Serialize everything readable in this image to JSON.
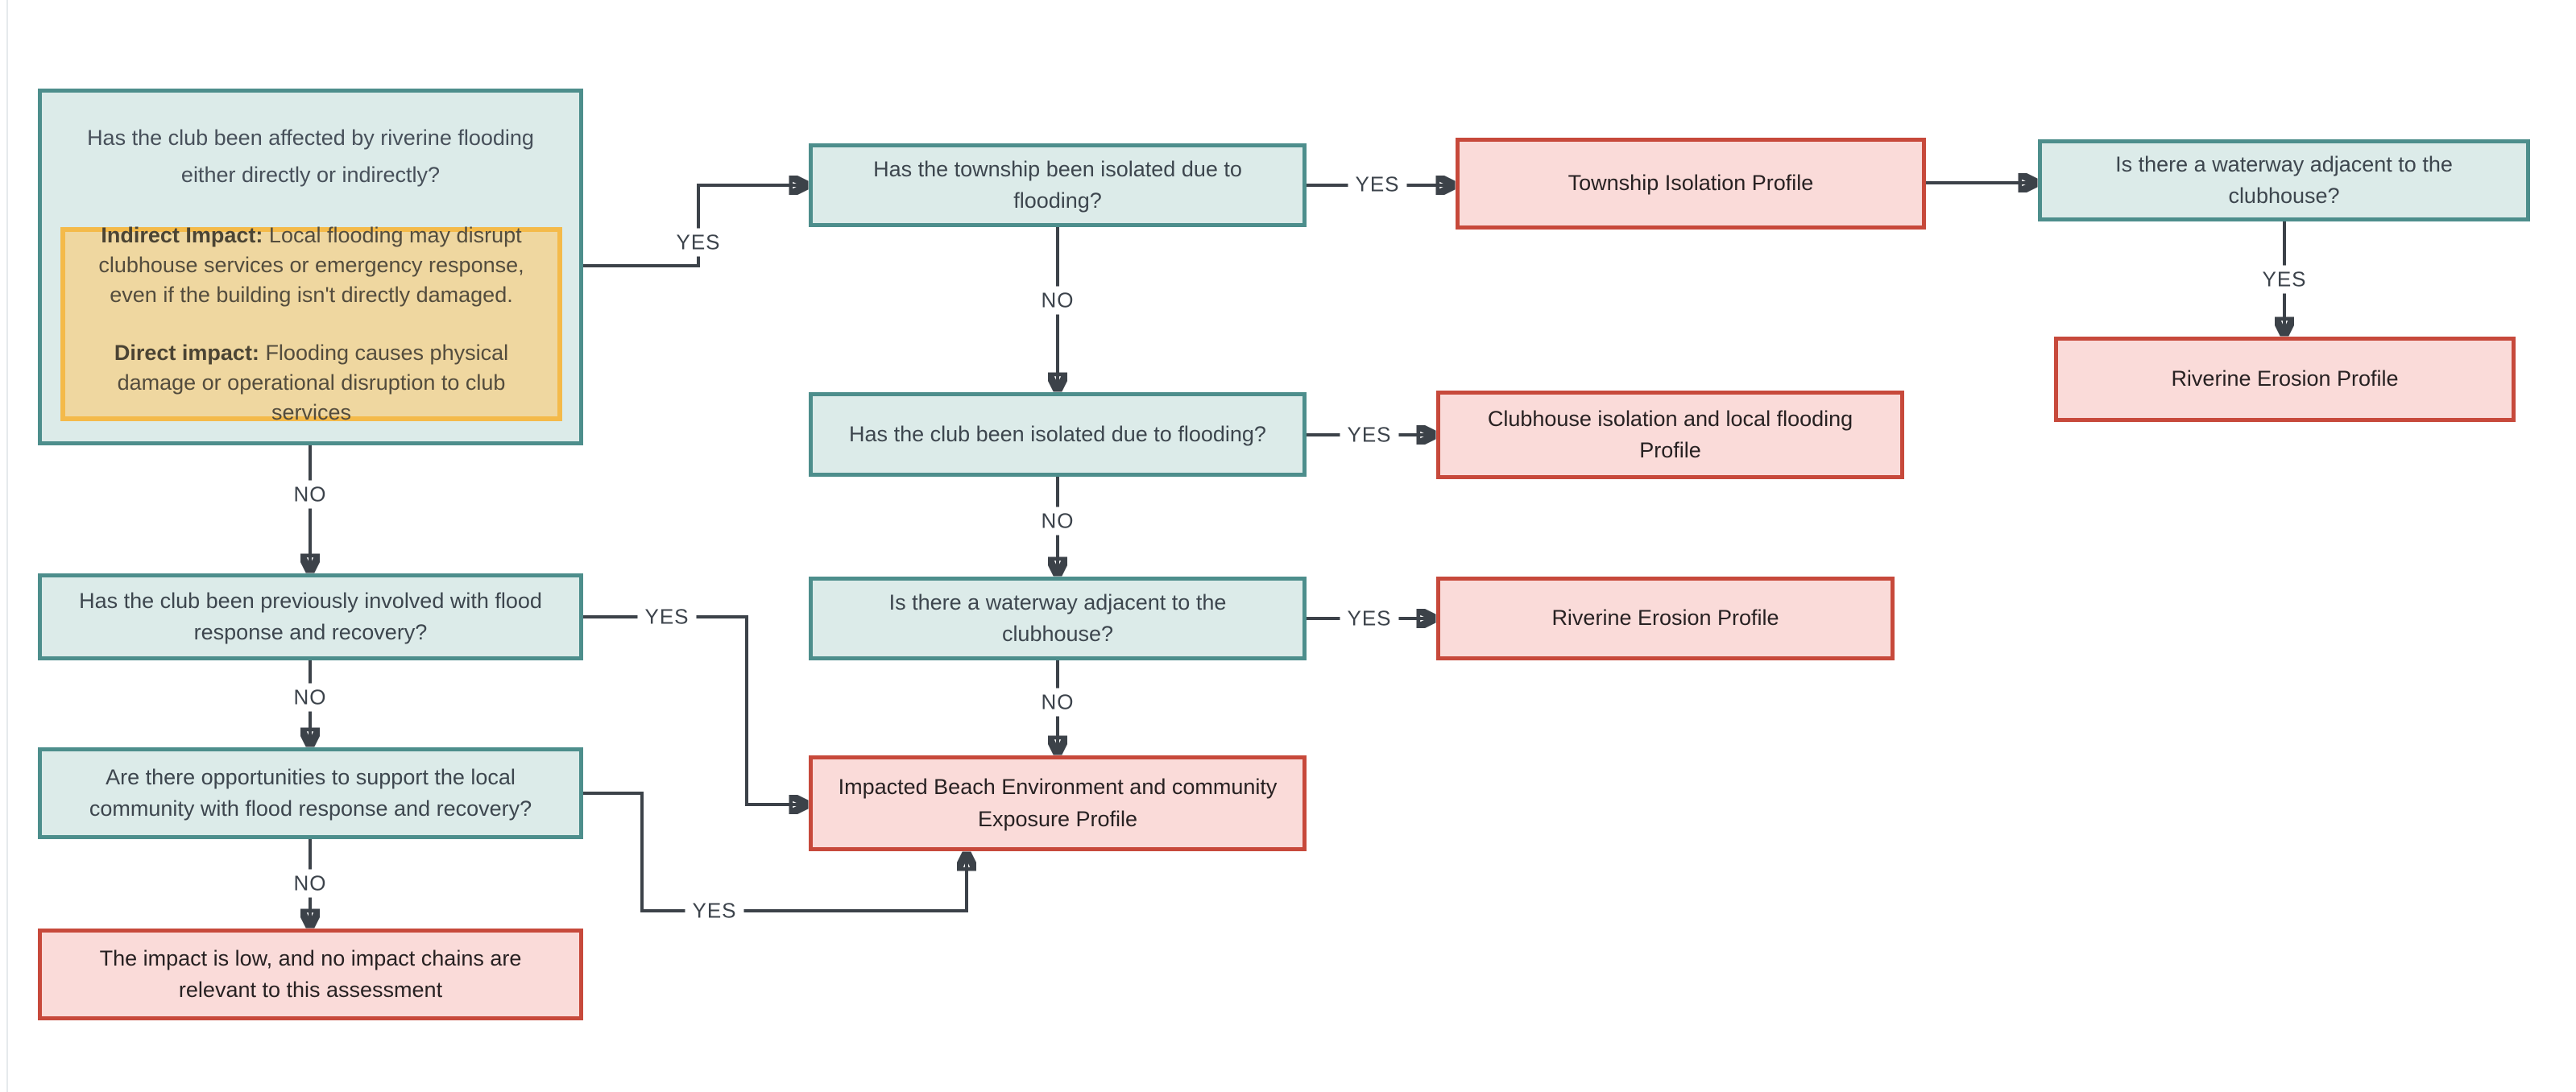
{
  "diagram": {
    "title_hint": "Riverine flooding impact assessment flowchart",
    "colors": {
      "question_fill": "#dcebe9",
      "question_border": "#4d8e8c",
      "profile_fill": "#fadbd9",
      "profile_border": "#c7493b",
      "info_fill": "#efd7a0",
      "info_border": "#f4ba4a",
      "connector": "#3c4249"
    },
    "nodes": {
      "affected": {
        "text": "Has the club been affected by riverine flooding either directly or indirectly?"
      },
      "impact_info": {
        "indirect_label": "Indirect Impact:",
        "indirect_text": " Local flooding may disrupt clubhouse services or emergency response, even if the building isn't directly damaged.",
        "direct_label": "Direct impact:",
        "direct_text": " Flooding causes physical damage or operational disruption to club services"
      },
      "township_isolated": {
        "text": "Has the township been isolated due to flooding?"
      },
      "township_profile": {
        "text": "Township Isolation Profile"
      },
      "waterway_right": {
        "text": "Is there a waterway adjacent to the clubhouse?"
      },
      "erosion_profile_right": {
        "text": "Riverine Erosion Profile"
      },
      "club_isolated": {
        "text": "Has the club been isolated due to flooding?"
      },
      "clubhouse_profile": {
        "text": "Clubhouse isolation and local flooding Profile"
      },
      "waterway_mid": {
        "text": "Is there a waterway adjacent to the clubhouse?"
      },
      "erosion_profile_mid": {
        "text": "Riverine Erosion Profile"
      },
      "beach_profile": {
        "text": "Impacted Beach Environment and community Exposure Profile"
      },
      "previously_involved": {
        "text": "Has the club been previously involved with flood response and recovery?"
      },
      "opportunities": {
        "text": "Are there opportunities to support the local community with flood response and recovery?"
      },
      "low_impact": {
        "text": "The impact is low, and no impact chains are relevant to this assessment"
      }
    },
    "edge_labels": {
      "affected_yes": "YES",
      "affected_no": "NO",
      "township_yes": "YES",
      "township_no": "NO",
      "waterway_right_yes": "YES",
      "club_isolated_yes": "YES",
      "club_isolated_no": "NO",
      "waterway_mid_yes": "YES",
      "waterway_mid_no": "NO",
      "previously_yes": "YES",
      "previously_no": "NO",
      "opportunities_yes": "YES",
      "opportunities_no": "NO"
    }
  }
}
